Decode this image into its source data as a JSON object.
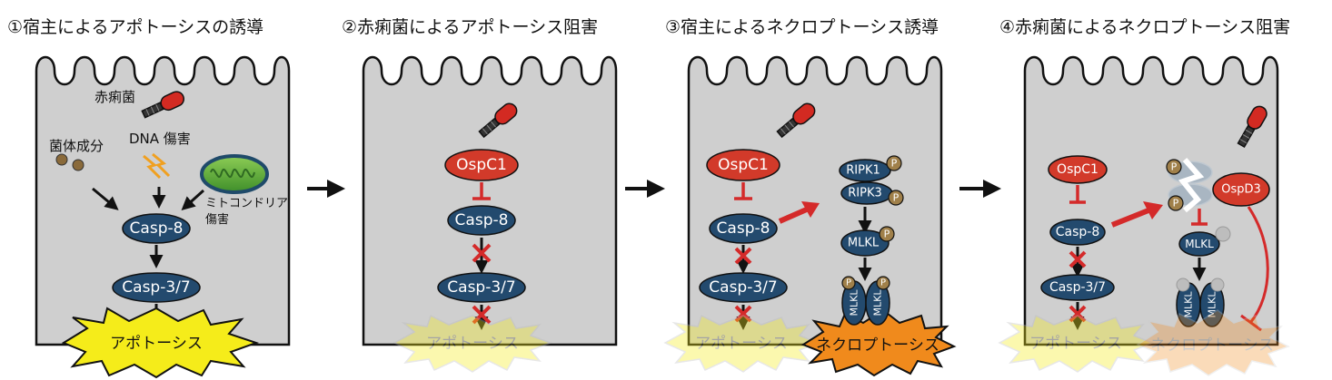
{
  "titles": {
    "p1": "①宿主によるアポトーシスの誘導",
    "p2": "②赤痢菌によるアポトーシス阻害",
    "p3": "③宿主によるネクロプトーシス誘導",
    "p4": "④赤痢菌によるネクロプトーシス阻害"
  },
  "labels": {
    "shigella": "赤痢菌",
    "bacterial_components": "菌体成分",
    "dna_damage": "DNA 傷害",
    "mito_damage_1": "ミトコンドリア",
    "mito_damage_2": "傷害",
    "casp8": "Casp-8",
    "casp37": "Casp-3/7",
    "apoptosis": "アポトーシス",
    "necroptosis": "ネクロプトーシス",
    "ospc1": "OspC1",
    "ospd3": "OspD3",
    "ripk1": "RIPK1",
    "ripk3": "RIPK3",
    "mlkl": "MLKL",
    "phospho": "P"
  },
  "colors": {
    "cell_fill": "#cfcfcf",
    "protein_blue": "#234a6e",
    "effector_red": "#d23a2a",
    "inhibit_red": "#d42a2a",
    "burst_yellow": "#f5ec1a",
    "burst_orange": "#f08a1c",
    "mito_green": "#5aa83a",
    "phospho_brown": "#a0804a"
  }
}
